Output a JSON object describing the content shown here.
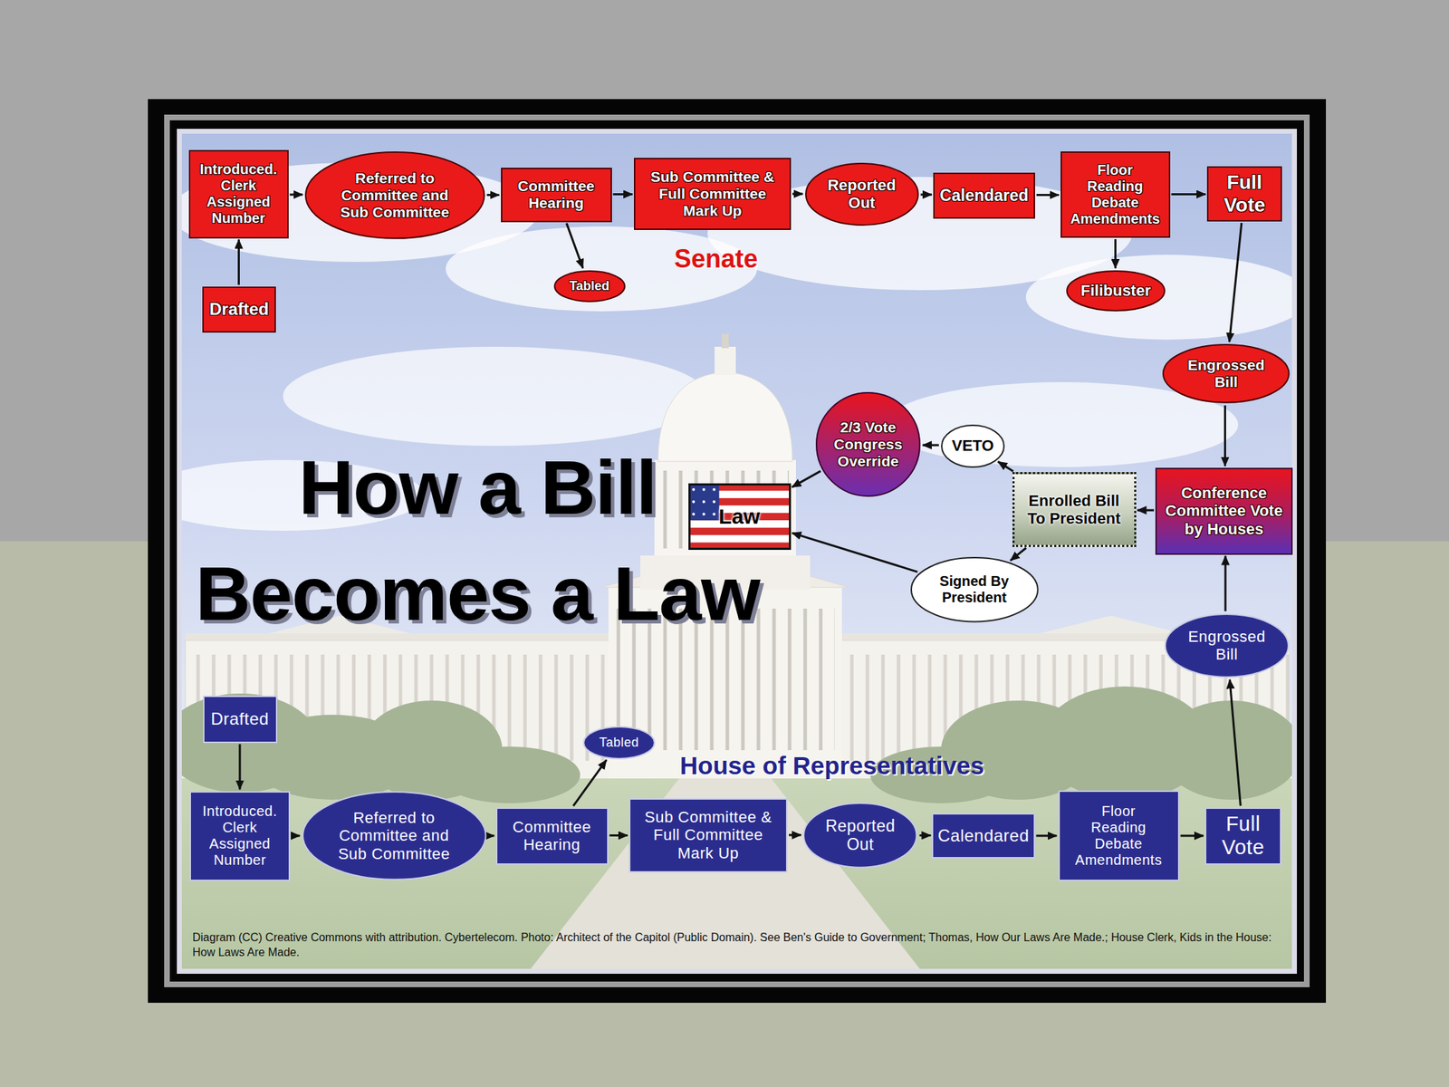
{
  "diagram": {
    "title": "How a Bill Becomes a Law",
    "caption": "Diagram (CC) Creative Commons with attribution. Cybertelecom. Photo: Architect of the Capitol (Public Domain). See Ben's Guide to Government; Thomas, How Our Laws Are Made.; House Clerk, Kids in the House: How Laws Are Made.",
    "nodes": [
      {
        "text": [
          "Introduced. Clerk Assigned Number"
        ]
      },
      {
        "text": [
          "Referred to Committee and Sub Committee"
        ]
      },
      {
        "text": [
          "Committee Hearing"
        ]
      },
      {
        "text": [
          "Sub Committee & Full Committee Mark Up"
        ]
      },
      {
        "text": [
          "Reported Out"
        ]
      },
      {
        "text": [
          "Calendared"
        ]
      },
      {
        "text": [
          "Floor Reading Debate Amendments"
        ]
      },
      {
        "text": [
          "Full Vote"
        ]
      },
      {
        "text": [
          "Drafted"
        ]
      },
      {
        "text": [
          "Tabled"
        ]
      },
      {
        "text": [
          "Filibuster"
        ]
      },
      {
        "text": [
          "Engrossed Bill"
        ]
      },
      {
        "text": [
          "2/3 Vote Congress Override"
        ]
      },
      {
        "text": [
          "VETO"
        ]
      },
      {
        "text": [
          "Law"
        ]
      },
      {
        "text": [
          "Enrolled Bill To President"
        ]
      },
      {
        "text": [
          "Conference Committee Vote by Houses"
        ]
      },
      {
        "text": [
          "Signed By President"
        ]
      },
      {
        "text": [
          "Engrossed Bill"
        ]
      },
      {
        "text": [
          "Drafted"
        ]
      },
      {
        "text": [
          "Tabled"
        ]
      },
      {
        "text": [
          "Introduced. Clerk Assigned Number"
        ]
      },
      {
        "text": [
          "Referred to Committee and Sub Committee"
        ]
      },
      {
        "text": [
          "Committee Hearing"
        ]
      },
      {
        "text": [
          "Sub Committee & Full Committee Mark Up"
        ]
      },
      {
        "text": [
          "Reported Out"
        ]
      },
      {
        "text": [
          "Calendared"
        ]
      },
      {
        "text": [
          "Floor Reading Debate Amendments"
        ]
      },
      {
        "text": [
          "Full Vote"
        ]
      }
    ],
    "edges": [
      {
        "from": 8,
        "to": 0,
        "arrow": "to"
      },
      {
        "from": 0,
        "to": 1,
        "arrow": "to"
      },
      {
        "from": 1,
        "to": 2,
        "arrow": "to"
      },
      {
        "from": 2,
        "to": 3,
        "arrow": "to"
      },
      {
        "from": 3,
        "to": 4,
        "arrow": "to"
      },
      {
        "from": 4,
        "to": 5,
        "arrow": "to"
      },
      {
        "from": 5,
        "to": 6,
        "arrow": "to"
      },
      {
        "from": 6,
        "to": 7,
        "arrow": "to"
      },
      {
        "from": 2,
        "to": 9,
        "arrow": "to"
      },
      {
        "from": 6,
        "to": 10,
        "arrow": "to"
      },
      {
        "from": 7,
        "to": 11,
        "arrow": "to"
      },
      {
        "from": 11,
        "to": 16,
        "arrow": "to"
      },
      {
        "from": 16,
        "to": 15,
        "arrow": "to"
      },
      {
        "from": 15,
        "to": 13,
        "arrow": "to"
      },
      {
        "from": 13,
        "to": 12,
        "arrow": "to"
      },
      {
        "from": 12,
        "to": 14,
        "arrow": "to"
      },
      {
        "from": 15,
        "to": 17,
        "arrow": "to"
      },
      {
        "from": 17,
        "to": 14,
        "arrow": "to"
      },
      {
        "from": 28,
        "to": 18,
        "arrow": "to"
      },
      {
        "from": 18,
        "to": 16,
        "arrow": "to"
      },
      {
        "from": 19,
        "to": 21,
        "arrow": "to"
      },
      {
        "from": 21,
        "to": 22,
        "arrow": "to"
      },
      {
        "from": 22,
        "to": 23,
        "arrow": "to"
      },
      {
        "from": 23,
        "to": 24,
        "arrow": "to"
      },
      {
        "from": 24,
        "to": 25,
        "arrow": "to"
      },
      {
        "from": 25,
        "to": 26,
        "arrow": "to"
      },
      {
        "from": 26,
        "to": 27,
        "arrow": "to"
      },
      {
        "from": 27,
        "to": 28,
        "arrow": "to"
      },
      {
        "from": 23,
        "to": 20,
        "arrow": "to"
      }
    ],
    "labels": [
      "Senate",
      "House of Representatives"
    ]
  }
}
